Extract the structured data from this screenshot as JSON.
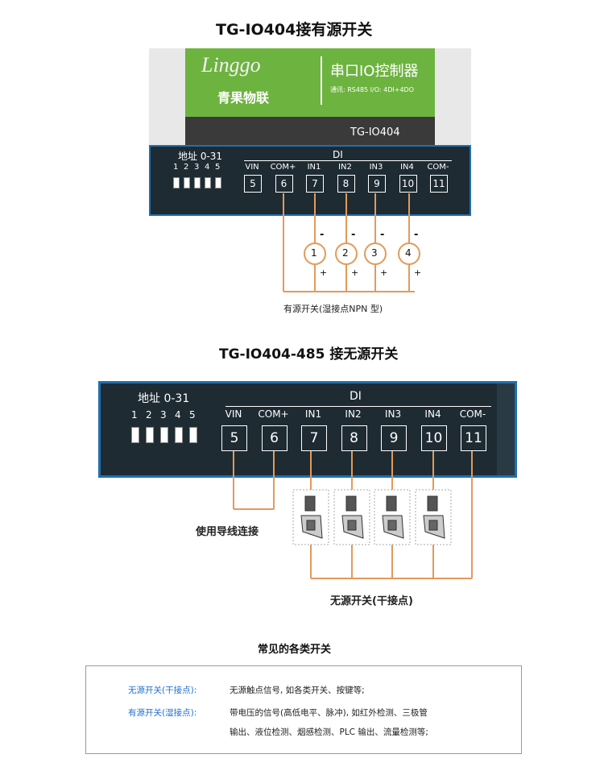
{
  "section1": {
    "title": "TG-IO404接有源开关",
    "brand": "Linggo",
    "brand_cn": "青果物联",
    "product_name": "串口IO控制器",
    "product_spec": "通讯: RS485  I/O: 4DI+4DO",
    "model": "TG-IO404",
    "address_label": "地址 0-31",
    "di_label": "DI",
    "dip_numbers": [
      "1",
      "2",
      "3",
      "4",
      "5"
    ],
    "terminals": [
      {
        "label": "VIN",
        "num": "5"
      },
      {
        "label": "COM+",
        "num": "6"
      },
      {
        "label": "IN1",
        "num": "7"
      },
      {
        "label": "IN2",
        "num": "8"
      },
      {
        "label": "IN3",
        "num": "9"
      },
      {
        "label": "IN4",
        "num": "10"
      },
      {
        "label": "COM-",
        "num": "11"
      }
    ],
    "sensors": [
      "1",
      "2",
      "3",
      "4"
    ],
    "minus": "-",
    "plus": "+",
    "caption": "有源开关(湿接点NPN 型)"
  },
  "section2": {
    "title": "TG-IO404-485 接无源开关",
    "address_label": "地址 0-31",
    "di_label": "DI",
    "dip_numbers": [
      "1",
      "2",
      "3",
      "4",
      "5"
    ],
    "terminals": [
      {
        "label": "VIN",
        "num": "5"
      },
      {
        "label": "COM+",
        "num": "6"
      },
      {
        "label": "IN1",
        "num": "7"
      },
      {
        "label": "IN2",
        "num": "8"
      },
      {
        "label": "IN3",
        "num": "9"
      },
      {
        "label": "IN4",
        "num": "10"
      },
      {
        "label": "COM-",
        "num": "11"
      }
    ],
    "wire_caption": "使用导线连接",
    "caption": "无源开关(干接点)"
  },
  "section3": {
    "title": "常见的各类开关",
    "rows": [
      {
        "key": "无源开关(干接点):",
        "text": "无源触点信号, 如各类开关、按键等;"
      },
      {
        "key": "有源开关(湿接点):",
        "text": "带电压的信号(高低电平、脉冲), 如红外检测、三极管"
      },
      {
        "key": "",
        "text": "输出、液位检测、烟感检测、PLC 输出、流量检测等;"
      }
    ]
  },
  "colors": {
    "device_dark": "#1e2b33",
    "device_border": "#1f6fb0",
    "wire": "#e39a5a",
    "brand_green": "#6db33f",
    "note_blue": "#1f6fd0"
  }
}
